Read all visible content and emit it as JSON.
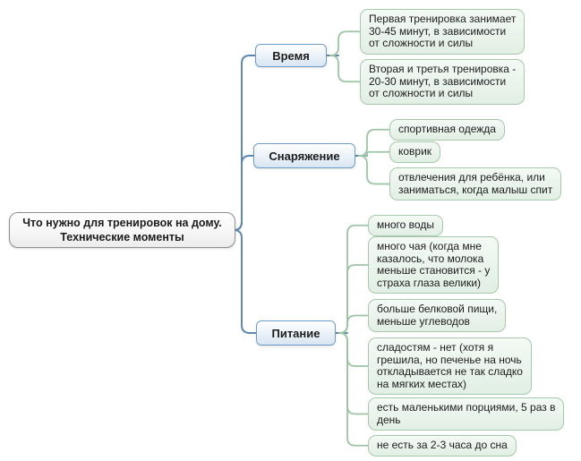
{
  "title": "Mind map: что нужно для тренировок на дому",
  "root": {
    "lines": [
      "Что нужно для тренировок на дому.",
      "Технические моменты"
    ]
  },
  "branches": [
    {
      "label": "Время",
      "children": [
        {
          "text": "Первая тренировка занимает\n30-45 минут, в зависимости\nот сложности и силы"
        },
        {
          "text": "Вторая и третья тренировка -\n20-30 минут, в зависимости\nот сложности и силы"
        }
      ]
    },
    {
      "label": "Снаряжение",
      "children": [
        {
          "text": "спортивная одежда"
        },
        {
          "text": "коврик"
        },
        {
          "text": "отвлечения для ребёнка, или\nзаниматься, когда малыш спит"
        }
      ]
    },
    {
      "label": "Питание",
      "children": [
        {
          "text": "много воды"
        },
        {
          "text": "много чая (когда мне\nказалось, что молока\nменьше становится - у\nстраха глаза велики)"
        },
        {
          "text": "больше белковой пищи,\nменьше углеводов"
        },
        {
          "text": "сладостям - нет (хотя я\nгрешила, но печенье на ночь\nоткладывается не так сладко\nна мягких местах)"
        },
        {
          "text": "есть маленькими порциями, 5 раз в\nдень"
        },
        {
          "text": "не есть за 2-3 часа до сна"
        }
      ]
    }
  ],
  "colors": {
    "background": "#ffffff",
    "branch_line": "#5e87b2",
    "child_line": "#9cc4a4",
    "topic_border": "#6f9cc5",
    "topic_fill": "#d8e5f3",
    "child_border": "#a8c8ac",
    "child_fill": "#e8f3ea",
    "root_border": "#8f8f8f",
    "text": "#1c1c1c"
  }
}
